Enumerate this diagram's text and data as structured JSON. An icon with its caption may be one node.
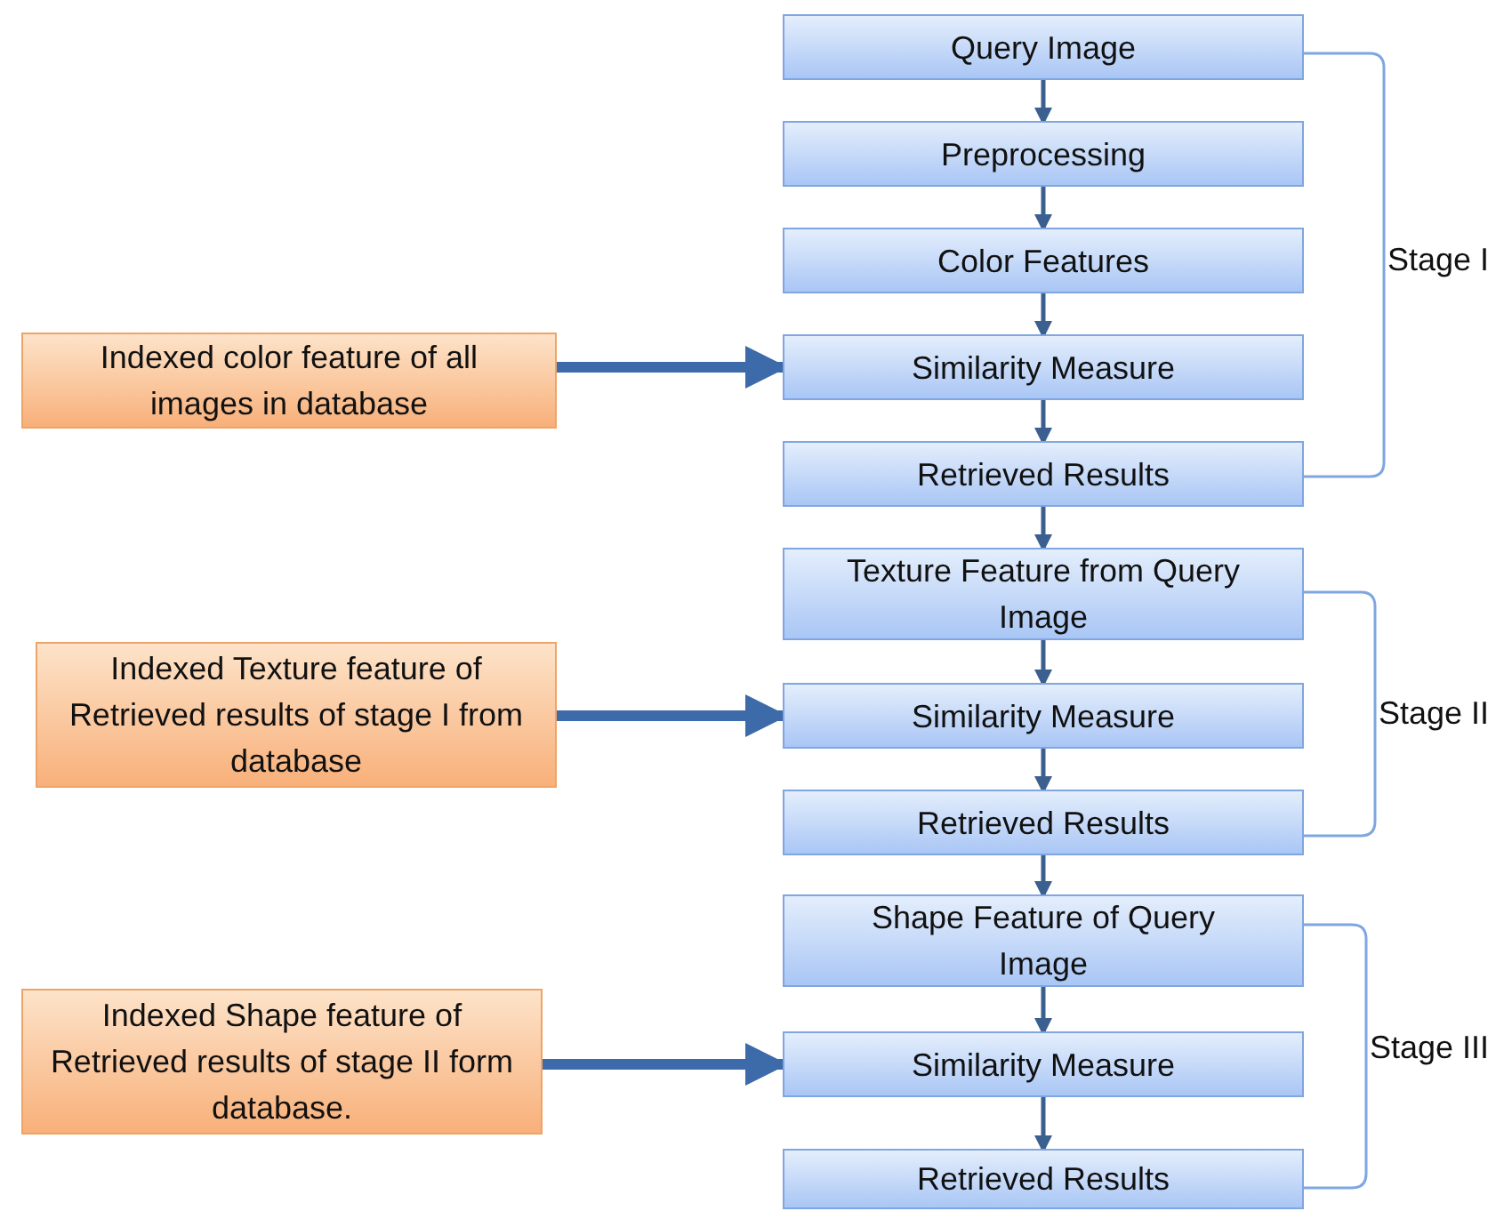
{
  "diagram": {
    "nodes": [
      {
        "text": [
          "Query Image"
        ]
      },
      {
        "text": [
          "Preprocessing"
        ]
      },
      {
        "text": [
          "Color Features"
        ]
      },
      {
        "text": [
          "Similarity Measure"
        ]
      },
      {
        "text": [
          "Retrieved Results"
        ]
      },
      {
        "text": [
          "Indexed color feature of all images in database"
        ]
      },
      {
        "text": [
          "Texture Feature from Query Image"
        ]
      },
      {
        "text": [
          "Similarity Measure"
        ]
      },
      {
        "text": [
          "Retrieved Results"
        ]
      },
      {
        "text": [
          "Indexed Texture feature of Retrieved results of stage I from database"
        ]
      },
      {
        "text": [
          "Shape Feature of Query Image"
        ]
      },
      {
        "text": [
          "Similarity Measure"
        ]
      },
      {
        "text": [
          "Retrieved Results"
        ]
      },
      {
        "text": [
          "Indexed Shape feature of Retrieved results of stage II form database."
        ]
      }
    ],
    "edges": [
      {
        "from": 0,
        "to": 1,
        "arrow": "to"
      },
      {
        "from": 1,
        "to": 2,
        "arrow": "to"
      },
      {
        "from": 2,
        "to": 3,
        "arrow": "to"
      },
      {
        "from": 3,
        "to": 4,
        "arrow": "to"
      },
      {
        "from": 5,
        "to": 3,
        "arrow": "to",
        "style": "thick"
      },
      {
        "from": 4,
        "to": 6,
        "arrow": "to"
      },
      {
        "from": 6,
        "to": 7,
        "arrow": "to"
      },
      {
        "from": 7,
        "to": 8,
        "arrow": "to"
      },
      {
        "from": 9,
        "to": 7,
        "arrow": "to",
        "style": "thick"
      },
      {
        "from": 8,
        "to": 10,
        "arrow": "to"
      },
      {
        "from": 10,
        "to": 11,
        "arrow": "to"
      },
      {
        "from": 11,
        "to": 12,
        "arrow": "to"
      },
      {
        "from": 13,
        "to": 11,
        "arrow": "to",
        "style": "thick"
      }
    ],
    "labels": [
      "Stage I",
      "Stage II",
      "Stage III"
    ]
  }
}
